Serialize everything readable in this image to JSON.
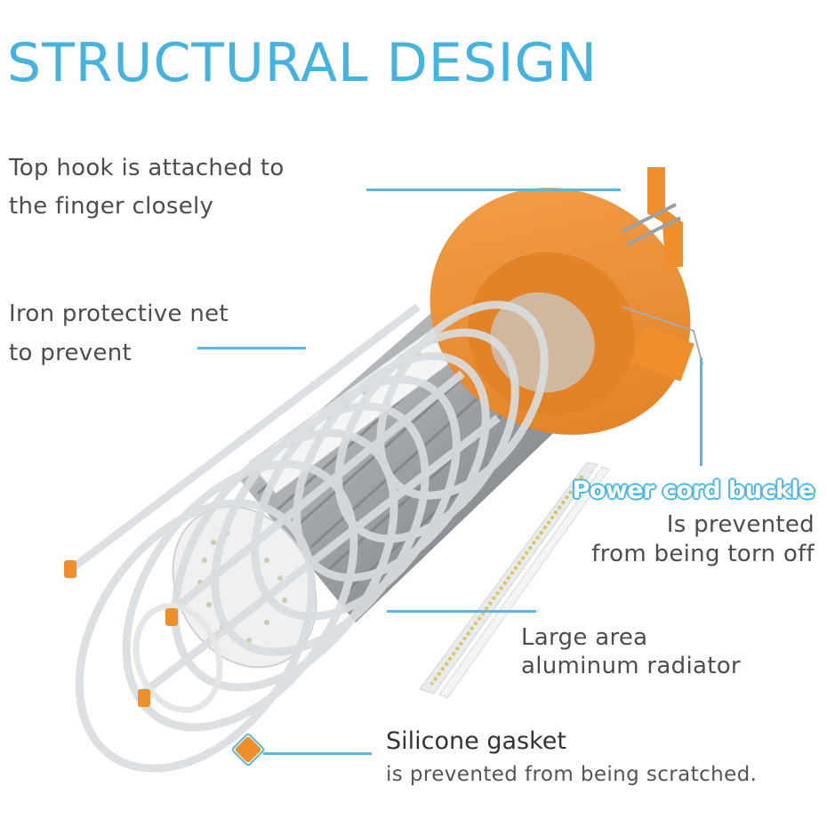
{
  "title": "STRUCTURAL DESIGN",
  "callouts": {
    "top_hook": {
      "line1": "Top hook is attached to",
      "line2": "the finger closely"
    },
    "iron_net": {
      "line1": "Iron protective net",
      "line2": "to prevent"
    },
    "power_cord": {
      "heading": "Power cord buckle",
      "line1": "Is prevented",
      "line2": "from being torn off"
    },
    "radiator": {
      "line1": "Large area",
      "line2": "aluminum radiator"
    },
    "gasket": {
      "heading": "Silicone gasket",
      "sub": "is prevented from being scratched."
    }
  },
  "colors": {
    "title_blue": "#45b3df",
    "accent_orange": "#ef8f2c",
    "leader_blue": "#5ab8e0"
  },
  "icons": [
    "work-light-illustration",
    "led-strip-illustration"
  ]
}
